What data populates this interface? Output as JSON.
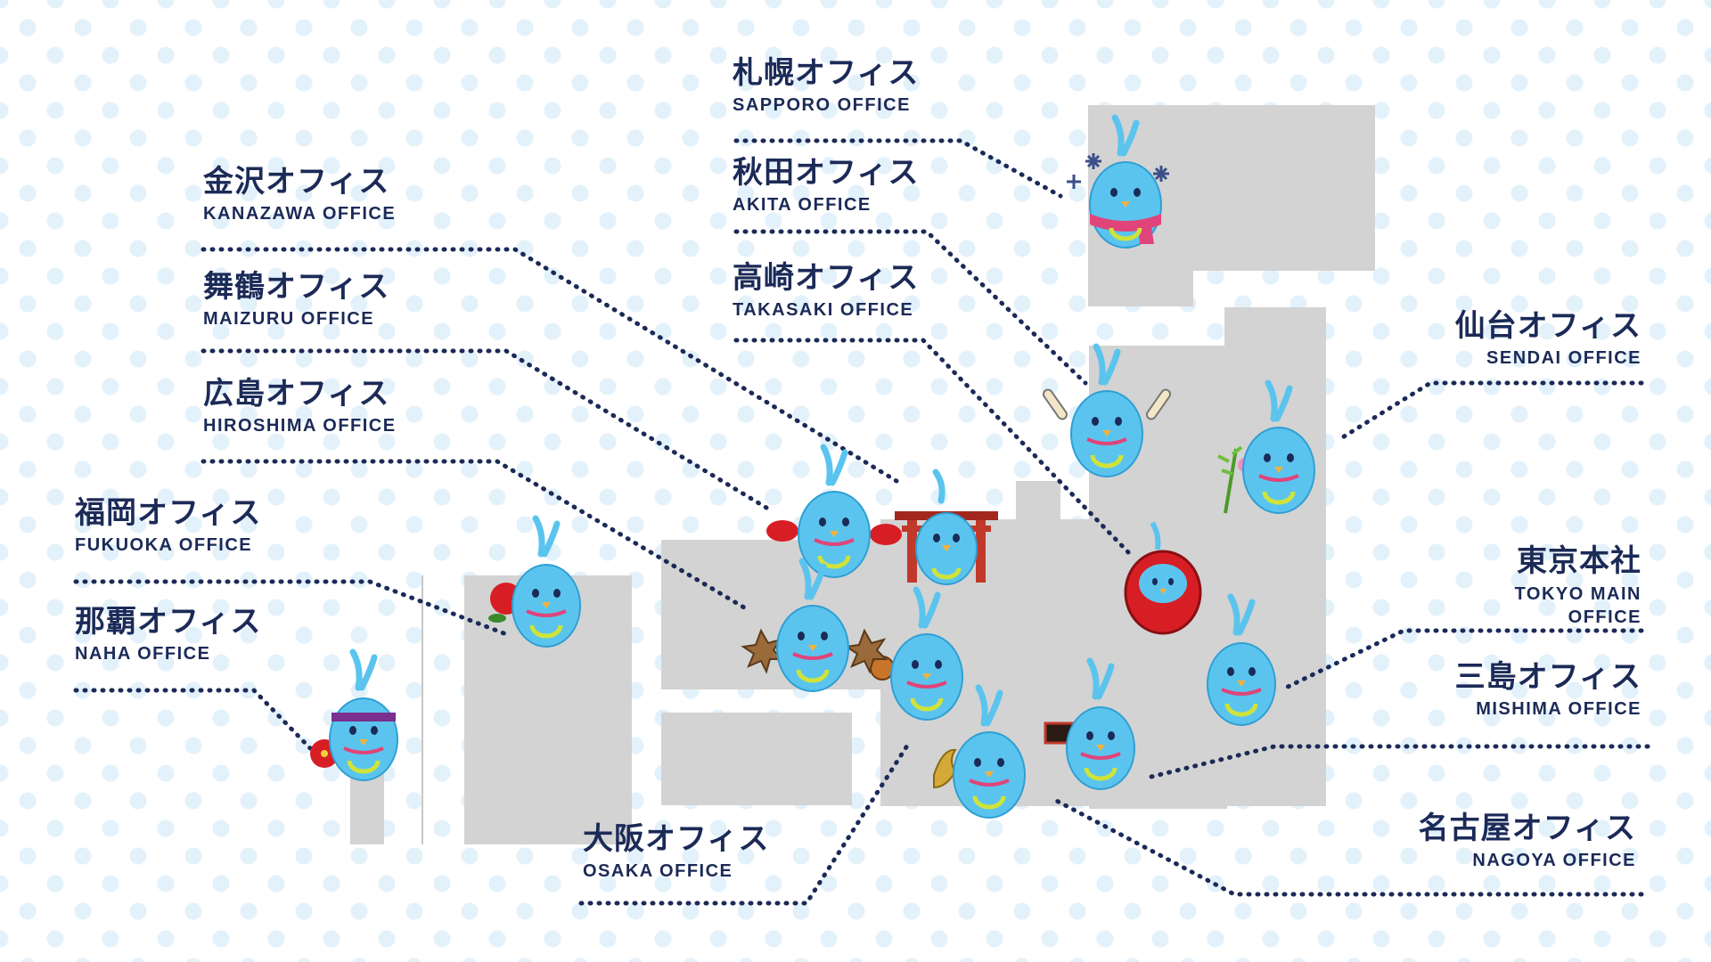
{
  "offices": [
    {
      "id": "sapporo",
      "jp": "札幌オフィス",
      "en": "SAPPORO OFFICE",
      "mascot_icons": [
        "snowflake-icon",
        "red-scarf-icon"
      ]
    },
    {
      "id": "akita",
      "jp": "秋田オフィス",
      "en": "AKITA OFFICE",
      "mascot_icons": [
        "kiritanpo-icon"
      ]
    },
    {
      "id": "takasaki",
      "jp": "高崎オフィス",
      "en": "TAKASAKI OFFICE",
      "mascot_icons": [
        "daruma-icon"
      ]
    },
    {
      "id": "sendai",
      "jp": "仙台オフィス",
      "en": "SENDAI OFFICE",
      "mascot_icons": [
        "tanabata-bamboo-icon"
      ]
    },
    {
      "id": "tokyo",
      "jp": "東京本社",
      "en": "TOKYO MAIN OFFICE",
      "mascot_icons": []
    },
    {
      "id": "mishima",
      "jp": "三島オフィス",
      "en": "MISHIMA OFFICE",
      "mascot_icons": [
        "unagi-box-icon"
      ]
    },
    {
      "id": "nagoya",
      "jp": "名古屋オフィス",
      "en": "NAGOYA OFFICE",
      "mascot_icons": [
        "shachihoko-icon"
      ]
    },
    {
      "id": "osaka",
      "jp": "大阪オフィス",
      "en": "OSAKA OFFICE",
      "mascot_icons": [
        "takoyaki-icon"
      ]
    },
    {
      "id": "kanazawa",
      "jp": "金沢オフィス",
      "en": "KANAZAWA OFFICE",
      "mascot_icons": [
        "crab-icon"
      ]
    },
    {
      "id": "maizuru",
      "jp": "舞鶴オフィス",
      "en": "MAIZURU OFFICE",
      "mascot_icons": [
        "torii-gate-icon"
      ]
    },
    {
      "id": "hiroshima",
      "jp": "広島オフィス",
      "en": "HIROSHIMA OFFICE",
      "mascot_icons": [
        "momiji-manju-icon"
      ]
    },
    {
      "id": "fukuoka",
      "jp": "福岡オフィス",
      "en": "FUKUOKA OFFICE",
      "mascot_icons": [
        "camellia-icon"
      ]
    },
    {
      "id": "naha",
      "jp": "那覇オフィス",
      "en": "NAHA OFFICE",
      "mascot_icons": [
        "hibiscus-icon",
        "headband-icon"
      ]
    }
  ],
  "colors": {
    "label_text": "#1b2a57",
    "land": "#d3d3d3",
    "dots": "#e3f1fb",
    "mascot_body": "#5bc4ee",
    "mascot_scarf": "#e0447a",
    "mascot_swirl": "#cfe33a"
  }
}
